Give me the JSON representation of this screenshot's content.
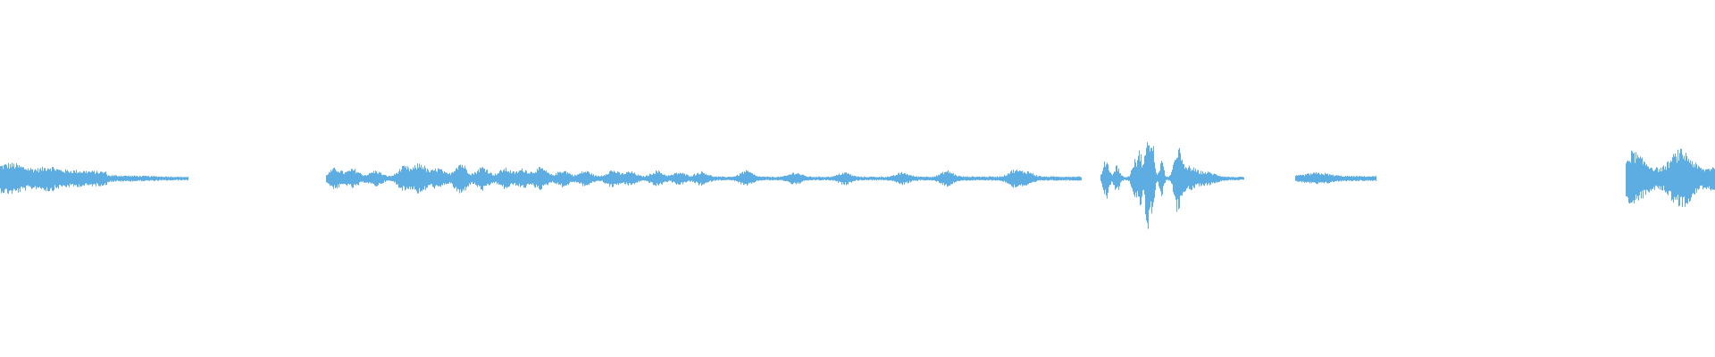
{
  "colors": {
    "background": "#ffffff",
    "waveform": "#5dade2"
  },
  "waveform": {
    "duration_fraction_segments": [
      {
        "start": 0.0,
        "end": 0.11,
        "peak": 0.2
      },
      {
        "start": 0.19,
        "end": 0.63,
        "peak": 0.35
      },
      {
        "start": 0.642,
        "end": 0.726,
        "peak": 1.0
      },
      {
        "start": 0.755,
        "end": 0.803,
        "peak": 0.1
      },
      {
        "start": 0.948,
        "end": 1.0,
        "peak": 0.6
      }
    ]
  }
}
